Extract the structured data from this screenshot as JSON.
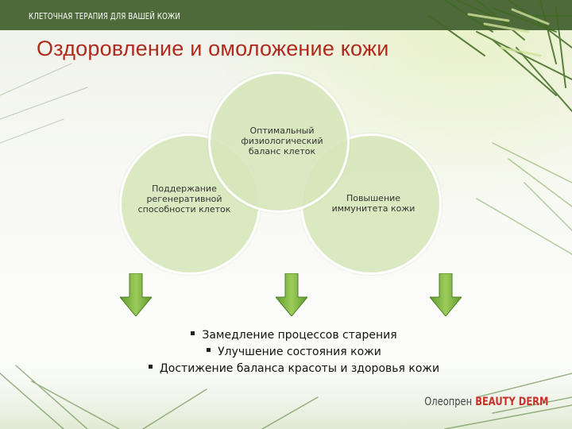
{
  "header": {
    "tagline": "КЛЕТОЧНАЯ ТЕРАПИЯ ДЛЯ ВАШЕЙ КОЖИ"
  },
  "slide": {
    "title": "Оздоровление и омоложение кожи"
  },
  "diagram": {
    "circles": [
      {
        "id": "top",
        "text": "Оптимальный\nфизиологический\nбаланс клеток"
      },
      {
        "id": "left",
        "text": "Поддержание\nрегенеративной\nспособности клеток"
      },
      {
        "id": "right",
        "text": "Повышение\nиммунитета кожи"
      }
    ],
    "arrow_icon": "green-down-arrow-icon"
  },
  "results": [
    "Замедление процессов старения",
    "Улучшение состояния кожи",
    "Достижение баланса красоты и здоровья кожи"
  ],
  "footer": {
    "brand_prefix": "Олеопрен",
    "brand_name": "BEAUTY DERM"
  },
  "colors": {
    "title": "#b02a1e",
    "circle_fill": "#d6e6b9",
    "arrow_green": "#6fa73a",
    "brand_accent": "#c8312a"
  }
}
